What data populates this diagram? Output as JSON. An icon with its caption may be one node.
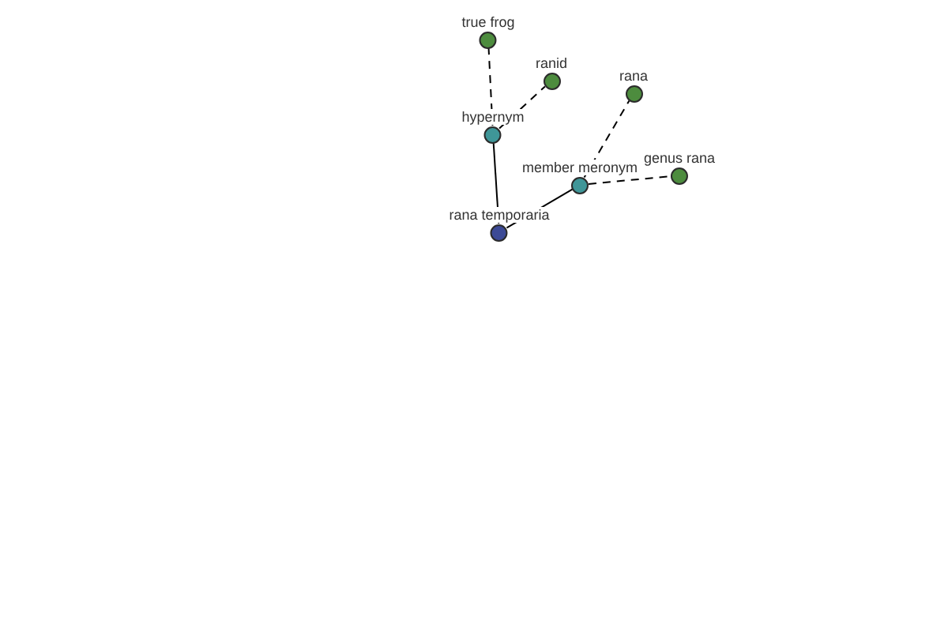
{
  "diagram": {
    "nodes": [
      {
        "text": [
          "true frog"
        ]
      },
      {
        "text": [
          "ranid"
        ]
      },
      {
        "text": [
          "rana"
        ]
      },
      {
        "text": [
          "hypernym"
        ]
      },
      {
        "text": [
          "genus rana"
        ]
      },
      {
        "text": [
          "member meronym"
        ]
      },
      {
        "text": [
          "rana temporaria"
        ]
      }
    ],
    "edges": [
      {
        "from": 6,
        "to": 3,
        "arrow": "none"
      },
      {
        "from": 6,
        "to": 5,
        "arrow": "none"
      },
      {
        "from": 3,
        "to": 0,
        "arrow": "none",
        "style": "dashed"
      },
      {
        "from": 3,
        "to": 1,
        "arrow": "none",
        "style": "dashed"
      },
      {
        "from": 5,
        "to": 2,
        "arrow": "none",
        "style": "dashed"
      },
      {
        "from": 5,
        "to": 4,
        "arrow": "none",
        "style": "dashed"
      }
    ]
  }
}
